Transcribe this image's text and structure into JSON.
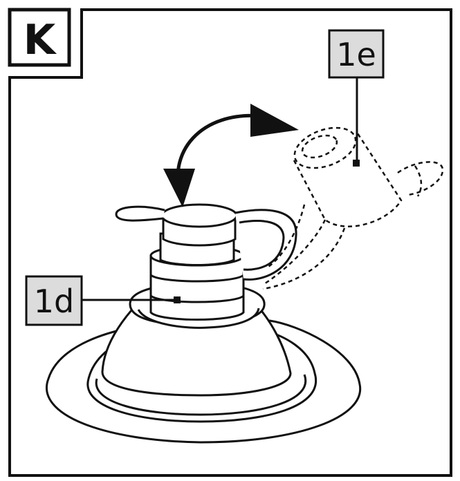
{
  "step": {
    "letter": "K"
  },
  "callouts": {
    "cap": {
      "label": "1e"
    },
    "valve": {
      "label": "1d"
    }
  },
  "colors": {
    "line": "#111111",
    "label_fill": "#dcdcdc",
    "background": "#ffffff"
  }
}
